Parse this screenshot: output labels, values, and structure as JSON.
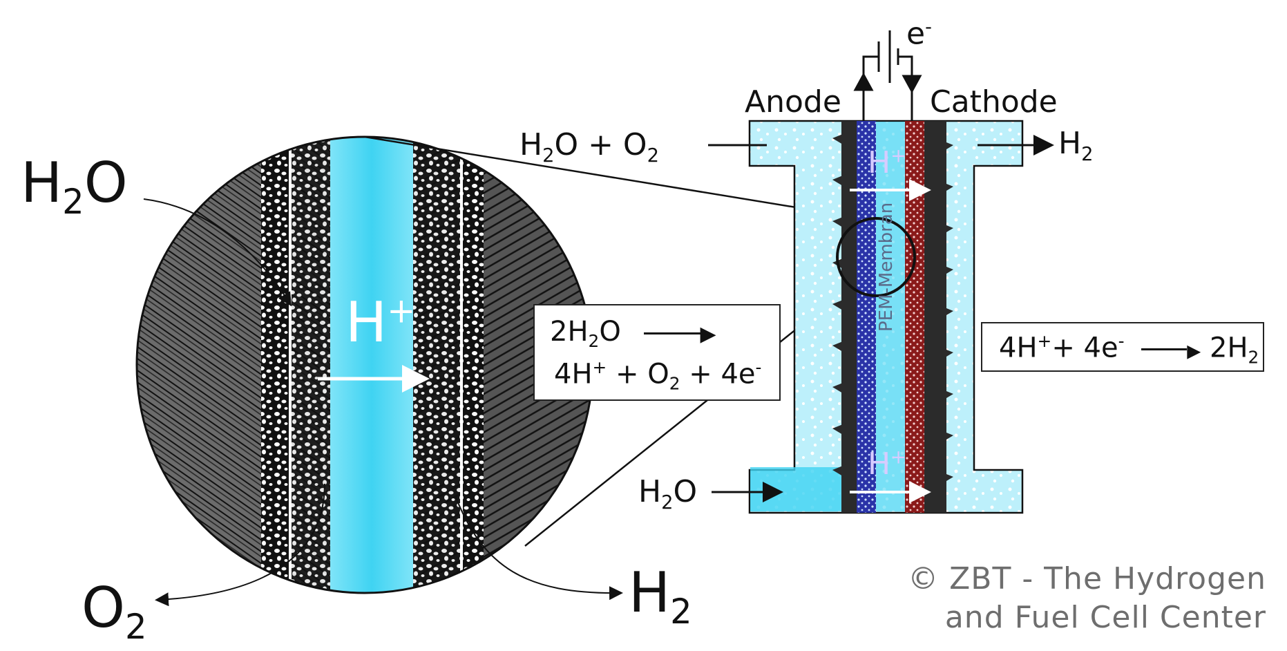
{
  "labels": {
    "anode": "Anode",
    "cathode": "Cathode",
    "electron": "e",
    "electron_sup": "-",
    "anode_in_top": [
      "H",
      "2",
      "O + O",
      "2"
    ],
    "h2_out_top": [
      "H",
      "2"
    ],
    "h2o_in_bottom": [
      "H",
      "2",
      "O"
    ],
    "membrane": "PEM-Membran",
    "h_plus_zoom": [
      "H",
      "+"
    ],
    "h_plus_small": [
      "H",
      "+"
    ],
    "zoom_h2o": [
      "H",
      "2",
      "O"
    ],
    "zoom_o2": [
      "O",
      "2"
    ],
    "zoom_h2": [
      "H",
      "2"
    ]
  },
  "anode_reaction": {
    "line1": [
      "2H",
      "2",
      "O"
    ],
    "line2": [
      "4H",
      "+",
      " + O",
      "2",
      " + 4e",
      "-"
    ]
  },
  "cathode_reaction": [
    "4H",
    "+",
    "+ 4e",
    "-",
    "2H",
    "2"
  ],
  "copyright": {
    "line1": "© ZBT - The Hydrogen",
    "line2": "and Fuel Cell Center"
  },
  "colors": {
    "electrolyte": "#3fd3f2",
    "electrolyte_light": "#bdf0fb",
    "anode_catalyst": "#2a33a8",
    "cathode_catalyst": "#8a1a1a",
    "fiber": "#1a1a1a",
    "text": "#111111",
    "copyright": "#6e6e6e"
  }
}
